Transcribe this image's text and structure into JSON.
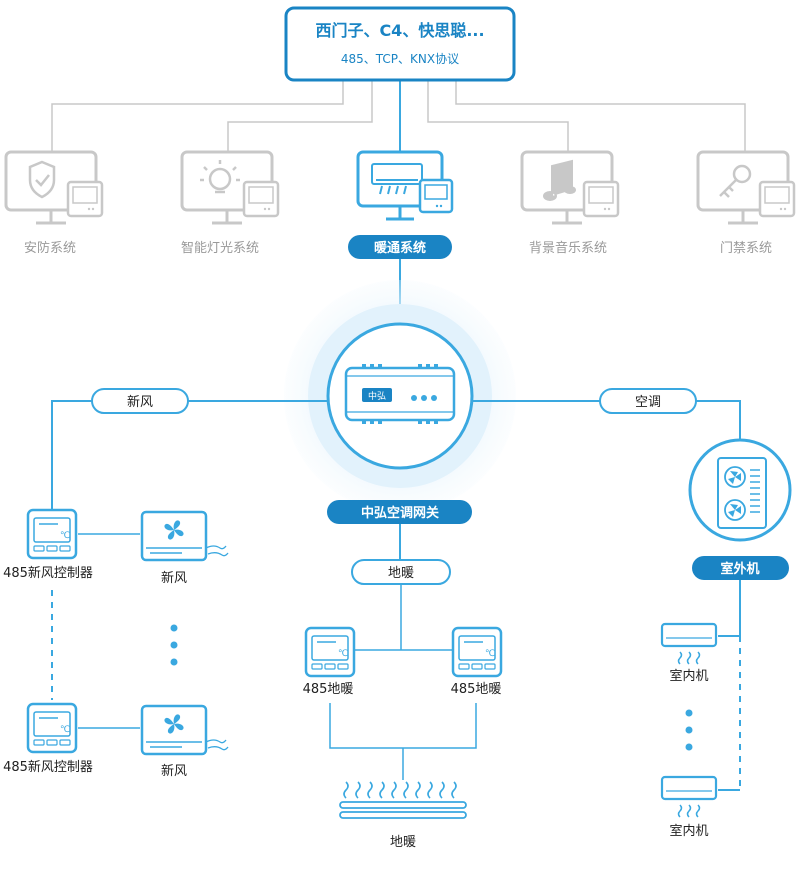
{
  "top_box": {
    "title": "西门子、C4、快思聪...",
    "subtitle": "485、TCP、KNX协议"
  },
  "systems": [
    {
      "label": "安防系统",
      "icon": "shield-icon",
      "active": false
    },
    {
      "label": "智能灯光系统",
      "icon": "bulb-icon",
      "active": false
    },
    {
      "label": "暖通系统",
      "icon": "hvac-icon",
      "active": true
    },
    {
      "label": "背景音乐系统",
      "icon": "music-icon",
      "active": false
    },
    {
      "label": "门禁系统",
      "icon": "key-icon",
      "active": false
    }
  ],
  "gateway": {
    "label": "中弘空调网关",
    "device_logo": "中弘"
  },
  "branches": {
    "fresh_air": "新风",
    "air_conditioning": "空调",
    "floor_heating": "地暖"
  },
  "fresh_air": {
    "controller_label": "485新风控制器",
    "unit_label": "新风",
    "thermostat_unit": "℃"
  },
  "floor_heating": {
    "controller_label": "485地暖",
    "heater_label": "地暖"
  },
  "aircon": {
    "outdoor_label": "室外机",
    "indoor_label": "室内机"
  },
  "colors": {
    "accent": "#1a84c4",
    "line": "#3aa8e0",
    "inactive": "#c8c8c8",
    "inactive_text": "#9a9a9a"
  }
}
